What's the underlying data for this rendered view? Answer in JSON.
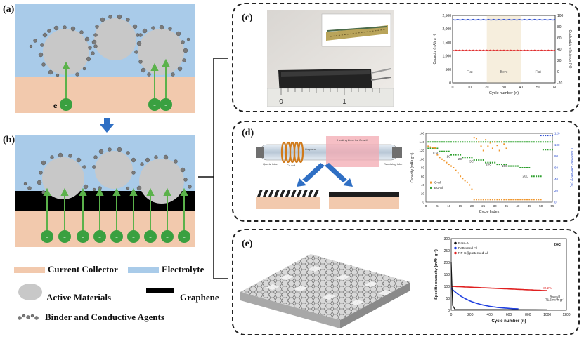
{
  "panels": {
    "a": "(a)",
    "b": "(b)",
    "c": "(c)",
    "d": "(d)",
    "e": "(e)"
  },
  "electron_label": "e",
  "minus": "-",
  "legend": {
    "current_collector": "Current Collector",
    "electrolyte": "Electrolyte",
    "active_materials": "Active Materials",
    "graphene": "Graphene",
    "binder": "Binder and Conductive Agents"
  },
  "colors": {
    "electrolyte": "#a9cbe9",
    "collector": "#f2c9ad",
    "graphene": "#000000",
    "particle": "#c8c8c8",
    "electron": "#3aa040",
    "arrow": "#5bb24b",
    "blue_arrow": "#2f6fc4"
  },
  "ruler_numbers": [
    "0",
    "1"
  ],
  "chart_c": {
    "y_left_label": "Capacity (mAh g⁻¹)",
    "y_right_label": "Coulombic efficiency (%)",
    "x_label": "Cycle number (n)",
    "y_ticks": [
      "2,500",
      "2,000",
      "1,500",
      "1,000",
      "500",
      "0"
    ],
    "y_right_ticks": [
      "100",
      "80",
      "60",
      "40",
      "20",
      "0",
      "-20"
    ],
    "x_ticks": [
      "0",
      "10",
      "20",
      "30",
      "40",
      "50",
      "60"
    ],
    "region_labels": [
      "Flat",
      "Bent",
      "Flat"
    ]
  },
  "chart_d": {
    "y_left_label": "Capacity (mAh g⁻¹)",
    "y_right_label": "Coulombic Efficiency (%)",
    "x_label": "Cycle Index",
    "y_ticks": [
      "160",
      "140",
      "120",
      "100",
      "80",
      "60",
      "40",
      "20",
      "0"
    ],
    "y_right_ticks": [
      "120",
      "100",
      "80",
      "60",
      "40",
      "20",
      "0"
    ],
    "x_ticks": [
      "0",
      "5",
      "10",
      "15",
      "20",
      "25",
      "30",
      "35",
      "40",
      "45",
      "50",
      "55"
    ],
    "rate_labels": [
      "0.5C",
      "1C",
      "2C",
      "5C",
      "10C",
      "15C",
      "20C"
    ],
    "legend": [
      "G-Al",
      "EG-Al"
    ],
    "device_labels": [
      "Heating Zone for Growth",
      "Quartz tube",
      "Cu coil",
      "Graphene",
      "Receiving tube"
    ]
  },
  "chart_e": {
    "y_label": "Specific capacity (mAh g⁻¹)",
    "x_label": "Cycle number (n)",
    "y_ticks": [
      "300",
      "250",
      "200",
      "150",
      "100",
      "50",
      "0"
    ],
    "x_ticks": [
      "0",
      "200",
      "400",
      "600",
      "800",
      "1000",
      "1200"
    ],
    "legend": [
      "Bare-Al",
      "Patterned-Al",
      "NF-S@patterned-Al"
    ],
    "rate": "20C",
    "annotations": [
      "82.2%",
      "Bare Al",
      "71.6 mAh g⁻¹"
    ]
  }
}
